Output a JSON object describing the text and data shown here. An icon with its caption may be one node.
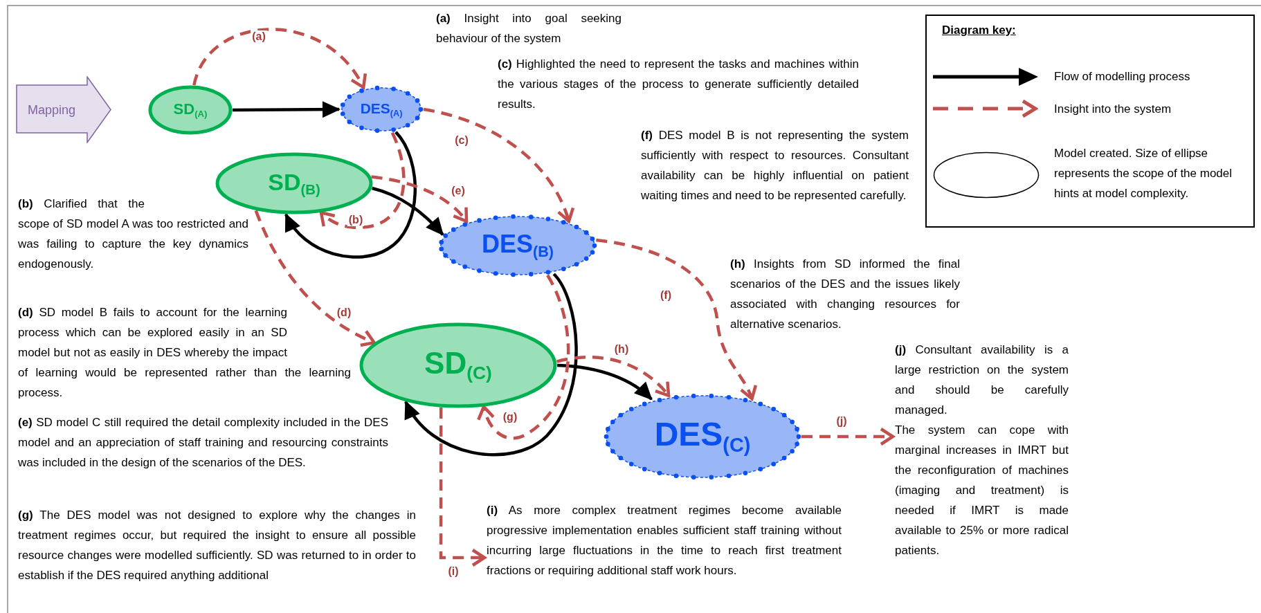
{
  "diagram": {
    "nodes": [
      {
        "text": [
          "Mapping"
        ]
      },
      {
        "text": [
          "SD$_{(A)}$"
        ]
      },
      {
        "text": [
          "DES$_{(A)}$"
        ]
      },
      {
        "text": [
          "SD$_{(B)}$"
        ]
      },
      {
        "text": [
          "DES$_{(B)}$"
        ]
      },
      {
        "text": [
          "SD$_{(C)}$"
        ]
      },
      {
        "text": [
          "DES$_{(C)}$"
        ]
      },
      {
        "text": [
          "**(j)** Consultant availability is a large restriction on the system and should be carefully managed.",
          "The system can cope with marginal increases in IMRT but the reconfiguration of machines (imaging and treatment) is needed if IMRT is made available to 25% or more radical patients."
        ]
      },
      {
        "text": [
          "**(i)** As more complex treatment regimes become available progressive implementation enables sufficient staff training without incurring large fluctuations in the time to reach first treatment fractions or requiring additional staff work hours."
        ]
      }
    ],
    "edges": [
      {
        "from": 1,
        "to": 2,
        "arrow": "to",
        "color": "#000000"
      },
      {
        "from": 2,
        "to": 3,
        "arrow": "to",
        "color": "#000000"
      },
      {
        "from": 3,
        "to": 4,
        "arrow": "to",
        "color": "#000000"
      },
      {
        "from": 4,
        "to": 5,
        "arrow": "to",
        "color": "#000000"
      },
      {
        "from": 5,
        "to": 6,
        "arrow": "to",
        "color": "#000000"
      },
      {
        "from": 1,
        "to": 2,
        "arrow": "to",
        "label": "(a)",
        "style": "dashed"
      },
      {
        "from": 2,
        "to": 3,
        "arrow": "to",
        "label": "(b)",
        "style": "dashed"
      },
      {
        "from": 2,
        "to": 4,
        "arrow": "to",
        "label": "(c)",
        "style": "dashed"
      },
      {
        "from": 3,
        "to": 5,
        "arrow": "to",
        "label": "(d)",
        "style": "dashed"
      },
      {
        "from": 3,
        "to": 4,
        "arrow": "to",
        "label": "(e)",
        "style": "dashed"
      },
      {
        "from": 4,
        "to": 6,
        "arrow": "to",
        "label": "(f)",
        "style": "dashed"
      },
      {
        "from": 4,
        "to": 5,
        "arrow": "to",
        "label": "(g)",
        "style": "dashed"
      },
      {
        "from": 5,
        "to": 6,
        "arrow": "to",
        "label": "(h)",
        "style": "dashed"
      },
      {
        "from": 5,
        "to": 8,
        "arrow": "to",
        "label": "(i)",
        "style": "dashed"
      },
      {
        "from": 6,
        "to": 7,
        "arrow": "to",
        "label": "(j)",
        "style": "dashed"
      }
    ],
    "labels": [
      "**(a)** Insight into goal seeking behaviour of the system",
      "Diagram key:",
      "**(c)** Highlighted the need to represent the tasks and machines within the various stages of the process to generate sufficiently detailed results.",
      "**(f)** DES model B is not representing the system sufficiently with respect to resources. Consultant availability can be highly influential on patient waiting times and need to be represented carefully.",
      "**(b)** Clarified that the scope of SD model A was too restricted and was failing to capture the key dynamics endogenously.",
      "**(h)** Insights from SD informed the final scenarios of the DES and the issues likely associated with changing resources for alternative scenarios.",
      "**(d)** SD model B fails to account for the learning process which can be explored easily in an SD model but not as easily in DES whereby the impact of learning would be represented rather than the learning process.",
      "**(e)** SD model C still required the detail complexity included in the DES model and an appreciation of staff training and resourcing constraints was included in the design of the scenarios of the DES.",
      "**(g)** The DES model was not designed to explore why the changes in treatment regimes occur, but required the insight to ensure all possible resource changes were modelled sufficiently. SD was returned to in order to establish if the DES required anything additional"
    ],
    "legend": [
      {
        "text": "Flow of modelling process"
      },
      {
        "text": "Insight into the system"
      },
      {
        "text": "Model created. Size of ellipse represents the scope of the model hints at model complexity."
      }
    ]
  }
}
